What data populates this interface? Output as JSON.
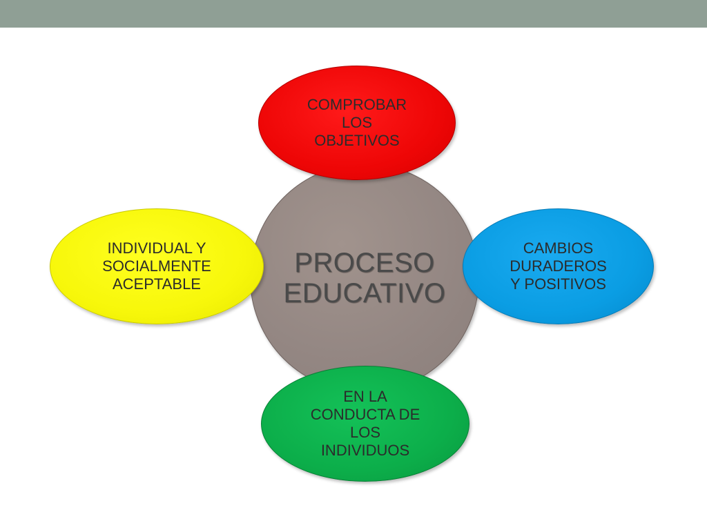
{
  "diagram": {
    "center": "PROCESO\nEDUCATIVO",
    "top": "COMPROBAR\nLOS\nOBJETIVOS",
    "right": "CAMBIOS\nDURADEROS\nY POSITIVOS",
    "bottom": "EN LA\nCONDUCTA DE\nLOS\nINDIVIDUOS",
    "left": "INDIVIDUAL Y\nSOCIALMENTE\nACEPTABLE"
  },
  "colors": {
    "top_bar": "#8f9f95",
    "center": "#948783",
    "top": "#ee0606",
    "right": "#0a9de3",
    "bottom": "#0cae4a",
    "left": "#f7f70a"
  }
}
